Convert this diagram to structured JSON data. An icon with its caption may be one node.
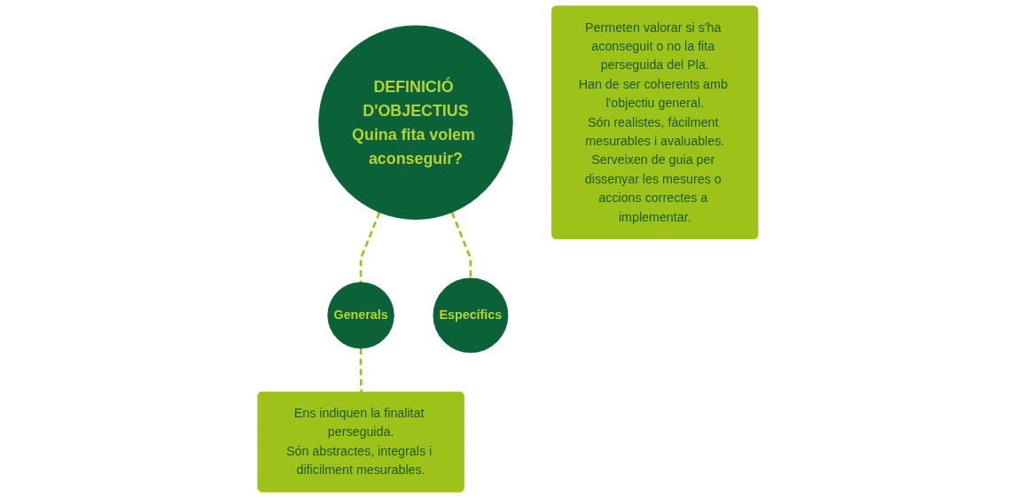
{
  "diagram": {
    "nodes": [
      {
        "text": [
          "DEFINICIÓ D'OBJECTIUS",
          "Quina fita volem aconseguir?"
        ]
      },
      {
        "text": [
          "Generals"
        ]
      },
      {
        "text": [
          "Ens indiquen la finalitat perseguida.",
          "Són abstractes, integrals i dificilment mesurables."
        ]
      },
      {
        "text": [
          "Específics"
        ]
      },
      {
        "text": [
          "Permeten valorar si s'ha aconseguit o no la fita perseguida del Pla.",
          "Han de ser coherents amb l'objectiu general.",
          "Són realistes, fàcilment mesurables i avaluables.",
          "Serveixen de guia per dissenyar les mesures o accions correctes a implementar."
        ]
      }
    ],
    "edges": [
      {
        "from": 0,
        "to": 1,
        "arrow": "none",
        "style": "dashed"
      },
      {
        "from": 0,
        "to": 3,
        "arrow": "none",
        "style": "dashed"
      },
      {
        "from": 1,
        "to": 2,
        "arrow": "none",
        "style": "dashed"
      }
    ]
  }
}
